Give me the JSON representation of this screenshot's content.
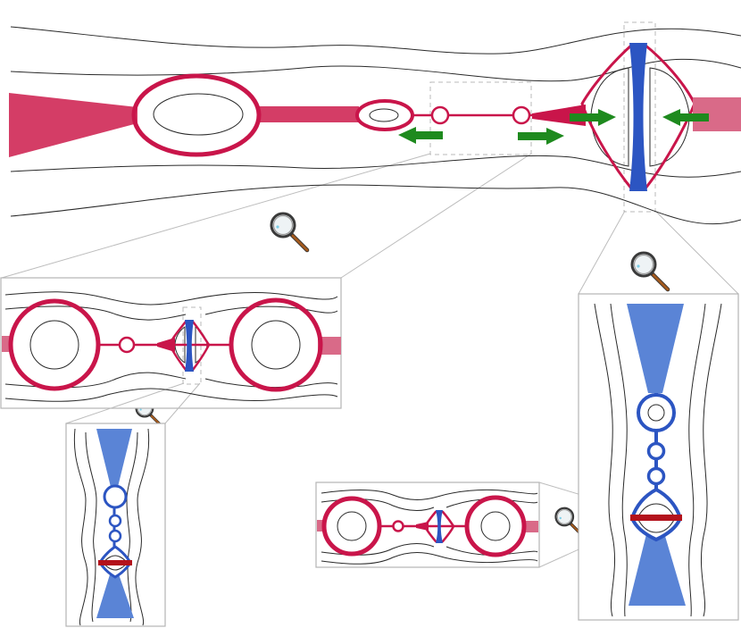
{
  "colors": {
    "red": "#c9154a",
    "red_light": "#d9708a",
    "blue": "#2c55c2",
    "blue_light": "#5a84d6",
    "dark_red": "#b3121c",
    "green": "#1e8a1e",
    "contour": "#2a2a2a",
    "frame": "#b4b4b4"
  },
  "panels": [
    {
      "id": "main",
      "description_shapes": [
        "contour-lines",
        "red-tubes",
        "ellipses",
        "blue-neck",
        "green-arrows"
      ]
    },
    {
      "id": "zoom-left"
    },
    {
      "id": "zoom-left-detail"
    },
    {
      "id": "zoom-mid"
    },
    {
      "id": "zoom-right-detail"
    }
  ],
  "icons": [
    "magnifier-icon",
    "magnifier-icon",
    "magnifier-icon",
    "magnifier-icon"
  ],
  "arrows": [
    {
      "direction": "left",
      "color": "green"
    },
    {
      "direction": "right",
      "color": "green"
    },
    {
      "direction": "right",
      "color": "green"
    },
    {
      "direction": "left",
      "color": "green"
    }
  ]
}
